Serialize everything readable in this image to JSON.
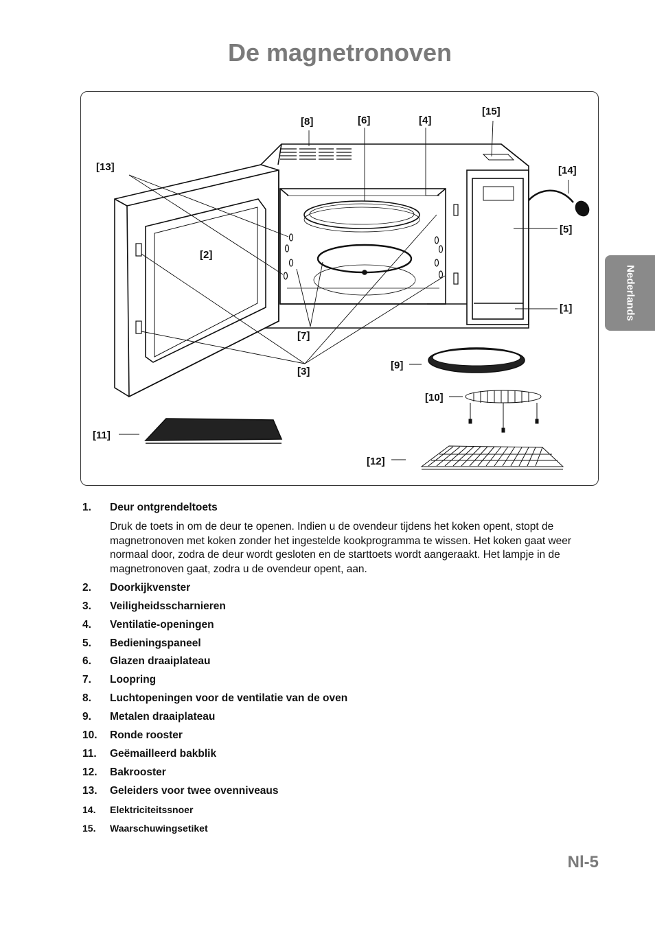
{
  "page": {
    "title": "De magnetronoven",
    "language_tab": "Nederlands",
    "page_number": "Nl-5"
  },
  "diagram": {
    "callouts": {
      "c1": "[1]",
      "c2": "[2]",
      "c3": "[3]",
      "c4": "[4]",
      "c5": "[5]",
      "c6": "[6]",
      "c7": "[7]",
      "c8": "[8]",
      "c9": "[9]",
      "c10": "[10]",
      "c11": "[11]",
      "c12": "[12]",
      "c13": "[13]",
      "c14": "[14]",
      "c15": "[15]"
    }
  },
  "legend": [
    {
      "num": "1.",
      "label": "Deur ontgrendeltoets",
      "desc": "Druk de toets in om de deur te openen. Indien u de ovendeur tijdens het koken opent, stopt de magnetronoven met koken zonder het ingestelde kookprogramma te wissen. Het koken gaat weer normaal door, zodra de deur wordt gesloten en de starttoets wordt aangeraakt. Het lampje in de magnetronoven gaat, zodra u de ovendeur opent, aan."
    },
    {
      "num": "2.",
      "label": "Doorkijkvenster"
    },
    {
      "num": "3.",
      "label": "Veiligheidsscharnieren"
    },
    {
      "num": "4.",
      "label": "Ventilatie-openingen"
    },
    {
      "num": "5.",
      "label": "Bedieningspaneel"
    },
    {
      "num": "6.",
      "label": "Glazen draaiplateau"
    },
    {
      "num": "7.",
      "label": "Loopring"
    },
    {
      "num": "8.",
      "label": "Luchtopeningen voor de ventilatie van de oven"
    },
    {
      "num": "9.",
      "label": "Metalen draaiplateau"
    },
    {
      "num": "10.",
      "label": "Ronde rooster"
    },
    {
      "num": "11.",
      "label": "Geëmailleerd bakblik"
    },
    {
      "num": "12.",
      "label": "Bakrooster"
    },
    {
      "num": "13.",
      "label": "Geleiders voor twee ovenniveaus"
    },
    {
      "num": "14.",
      "label": "Elektriciteitssnoer"
    },
    {
      "num": "15.",
      "label": "Waarschuwingsetiket"
    }
  ]
}
